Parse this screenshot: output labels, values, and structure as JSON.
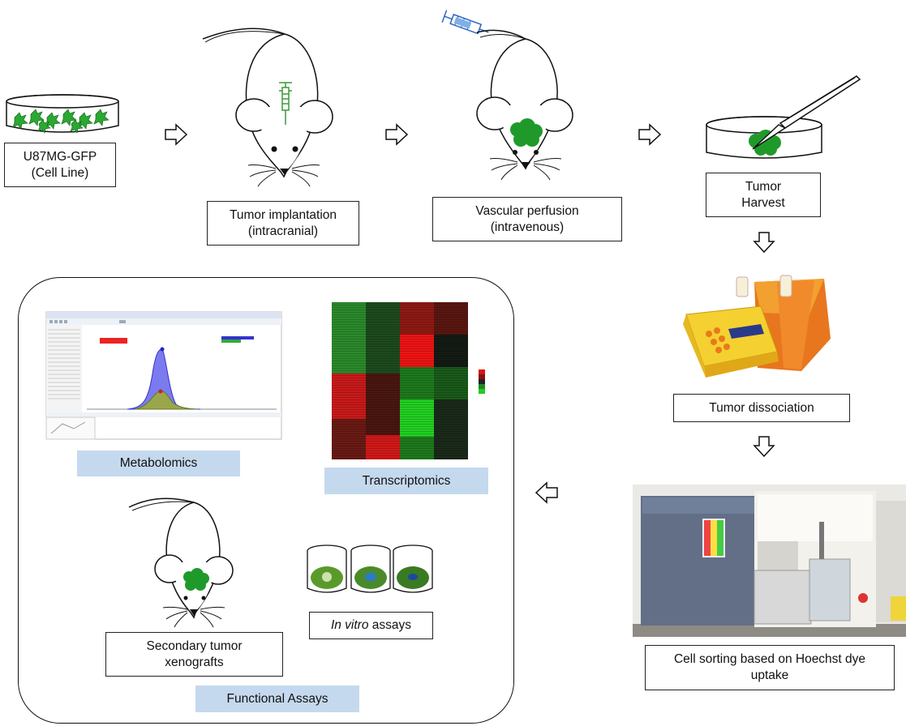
{
  "steps": {
    "cell_line": [
      "U87MG-GFP",
      "(Cell Line)"
    ],
    "implantation": [
      "Tumor implantation",
      "(intracranial)"
    ],
    "perfusion": [
      "Vascular perfusion",
      "(intravenous)"
    ],
    "harvest": [
      "Tumor",
      "Harvest"
    ],
    "dissociation": "Tumor dissociation",
    "sorting": [
      "Cell sorting based on Hoechst dye",
      "uptake"
    ]
  },
  "analysis": {
    "metabolomics": "Metabolomics",
    "transcriptomics": "Transcriptomics",
    "secondary": [
      "Secondary tumor",
      "xenografts"
    ],
    "invitro_italic": "In vitro",
    "invitro_rest": " assays",
    "functional": "Functional Assays"
  },
  "colors": {
    "gfp_green": "#1f9a2a",
    "label_blue": "#c5d9ee",
    "heat_red": "#d81414",
    "heat_green": "#22cc22"
  }
}
